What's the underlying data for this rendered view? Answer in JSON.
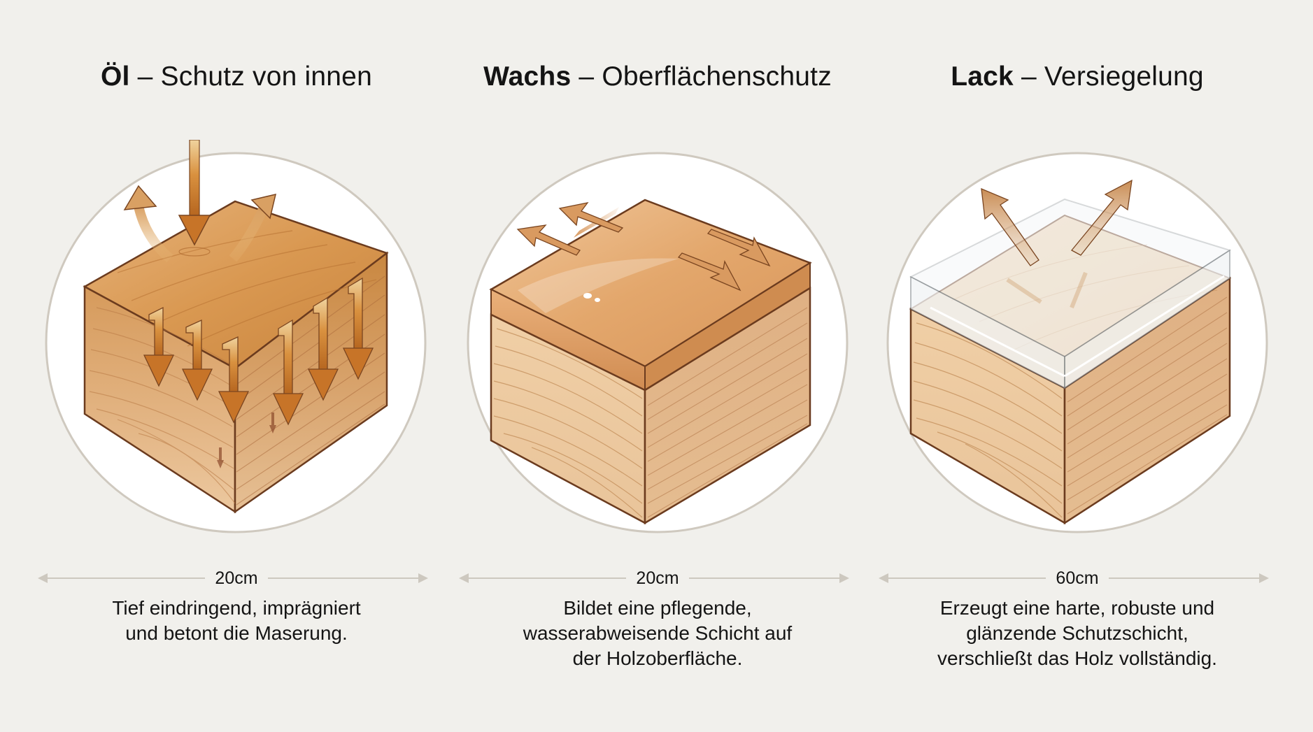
{
  "panels": [
    {
      "id": "oel",
      "title_bold": "Öl",
      "title_rest": " – Schutz von innen",
      "dimension": "20cm",
      "description_lines": [
        "Tief eindringend, imprägniert",
        "und betont die Maserung."
      ],
      "arrow_icon": "penetrating-arrows-icon"
    },
    {
      "id": "wachs",
      "title_bold": "Wachs",
      "title_rest": " – Oberflächenschutz",
      "dimension": "20cm",
      "description_lines": [
        "Bildet eine pflegende,",
        "wasserabweisende Schicht auf",
        "der Holzoberfläche."
      ],
      "arrow_icon": "surface-repel-arrows-icon"
    },
    {
      "id": "lack",
      "title_bold": "Lack",
      "title_rest": " – Versiegelung",
      "dimension": "60cm",
      "description_lines": [
        "Erzeugt eine harte, robuste und",
        "glänzende Schutzschicht,",
        "verschließt das Holz vollständig."
      ],
      "arrow_icon": "deflect-arrows-icon"
    }
  ],
  "colors": {
    "background": "#f1f0ec",
    "circle_fill": "#ffffff",
    "circle_border": "#cfc9bf",
    "wood_light": "#e9c398",
    "wood_mid": "#d9a56f",
    "wood_dark": "#6b3b1e",
    "oil_amber": "#c7792e",
    "wax_layer": "#e0a46a",
    "lacquer_clear": "#e8eef0",
    "dimension_line": "#cdc8bf",
    "text": "#141414"
  }
}
